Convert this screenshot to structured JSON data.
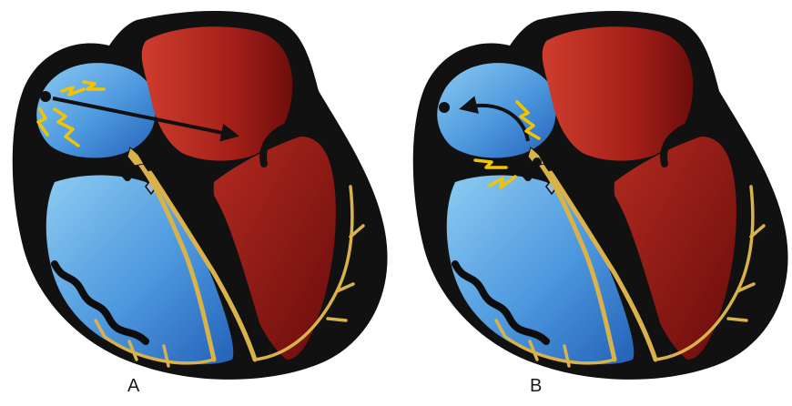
{
  "panels": [
    {
      "id": "A",
      "label": "A"
    },
    {
      "id": "B",
      "label": "B"
    }
  ],
  "colors": {
    "background": "#ffffff",
    "outline": "#111111",
    "right_side_blue_light": "#7fc3ee",
    "right_side_blue_dark": "#2a6fc0",
    "left_side_red_light": "#c1352b",
    "left_side_red_dark": "#7a1010",
    "conduction_gold": "#d9b24a",
    "spark_yellow": "#f2c400",
    "arrow_black": "#111111"
  },
  "icons": {
    "sinus_node": "dot-icon",
    "spark": "lightning-icon",
    "direction": "arrow-icon"
  }
}
